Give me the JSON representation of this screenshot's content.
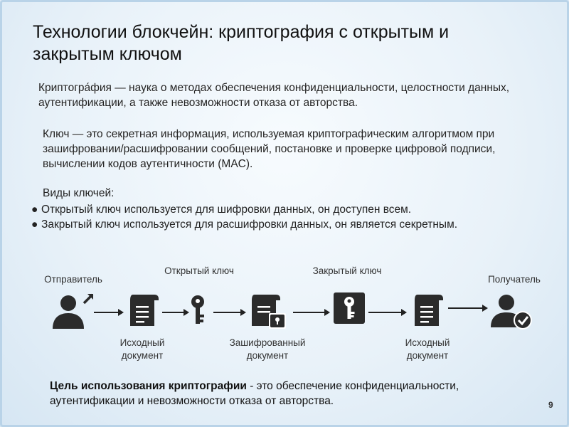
{
  "title": "Технологии блокчейн: криптография с открытым и закрытым ключом",
  "definition_crypto": "Криптогра́фия — наука о методах обеспечения конфиденциальности, целостности данных, аутентификации, а также невозможности отказа от авторства.",
  "definition_key": "Ключ — это секретная информация, используемая криптографическим алгоритмом при зашифровании/расшифровании сообщений, постановке и проверке цифровой подписи, вычислении кодов аутентичности (MAC).",
  "key_types": {
    "title": "Виды ключей:",
    "bullet": "●",
    "items": [
      "Открытый ключ используется для шифровки данных, он доступен всем.",
      "Закрытый ключ используется для расшифровки данных, он является секретным."
    ]
  },
  "diagram": {
    "sender": "Отправитель",
    "public_key": "Открытый ключ",
    "source_document": "Исходный документ",
    "encrypted_document": "Зашифрованный документ",
    "private_key": "Закрытый ключ",
    "result_document": "Исходный документ",
    "receiver": "Получатель"
  },
  "goal": {
    "bold": "Цель использования криптографии",
    "rest": " - это обеспечение конфиденциальности, аутентификации и невозможности отказа от авторства."
  },
  "page_number": "9",
  "colors": {
    "icon": "#2b2b2b",
    "frame": "#b9d3e8"
  }
}
